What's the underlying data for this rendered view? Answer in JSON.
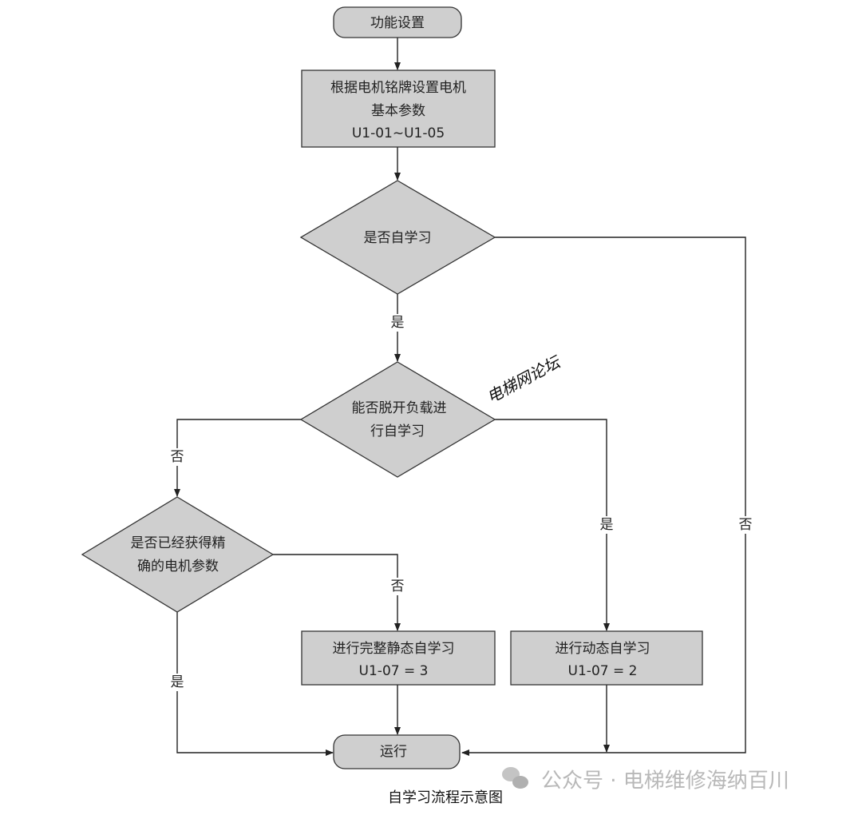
{
  "nodes": {
    "start": "功能设置",
    "set_params": [
      "根据电机铭牌设置电机",
      "基本参数",
      "U1-01~U1-05"
    ],
    "decision_autotune": "是否自学习",
    "decision_uncouple": [
      "能否脱开负载进",
      "行自学习"
    ],
    "decision_params_known": [
      "是否已经获得精",
      "确的电机参数"
    ],
    "static_tune": [
      "进行完整静态自学习",
      "U1-07 = 3"
    ],
    "dynamic_tune": [
      "进行动态自学习",
      "U1-07 = 2"
    ],
    "end": "运行"
  },
  "edge_labels": {
    "autotune_yes": "是",
    "autotune_no": "否",
    "uncouple_no": "否",
    "uncouple_yes": "是",
    "params_known_no": "否",
    "params_known_yes": "是"
  },
  "caption": "自学习流程示意图",
  "watermarks": {
    "handwritten": "电梯网论坛",
    "wechat": "公众号 · 电梯维修海纳百川"
  },
  "colors": {
    "shape_fill": "#cfcfcf",
    "stroke": "#222222",
    "watermark": "#b8b8b8"
  }
}
